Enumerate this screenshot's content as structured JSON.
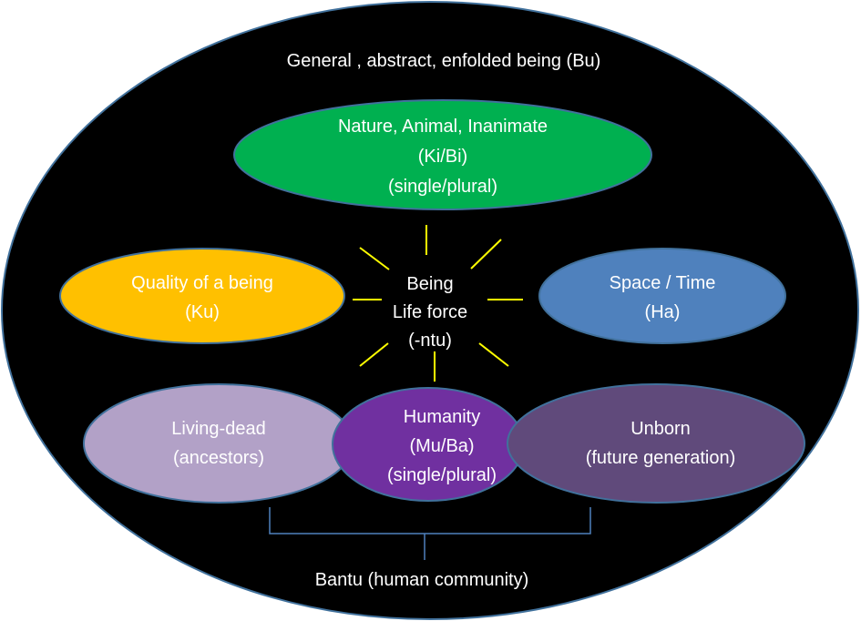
{
  "outer": {
    "label": "General , abstract, enfolded being (Bu)",
    "fill": "#000000",
    "stroke": "#41719c"
  },
  "center": {
    "lines": [
      "Being",
      "Life force",
      "(-ntu)"
    ],
    "ray_color": "#ffff00"
  },
  "nature": {
    "lines": [
      "Nature, Animal, Inanimate",
      "(Ki/Bi)",
      "(single/plural)"
    ],
    "fill": "#00b050"
  },
  "quality": {
    "lines": [
      "Quality of a being",
      "(Ku)"
    ],
    "fill": "#ffc000"
  },
  "space_time": {
    "lines": [
      "Space / Time",
      "(Ha)"
    ],
    "fill": "#4f81bd"
  },
  "living_dead": {
    "lines": [
      "Living-dead",
      "(ancestors)"
    ],
    "fill": "#b2a1c7"
  },
  "humanity": {
    "lines": [
      "Humanity",
      "(Mu/Ba)",
      "(single/plural)"
    ],
    "fill": "#7030a0"
  },
  "unborn": {
    "lines": [
      "Unborn",
      "(future generation)"
    ],
    "fill": "#604a7b"
  },
  "community": {
    "label": "Bantu  (human community)"
  }
}
